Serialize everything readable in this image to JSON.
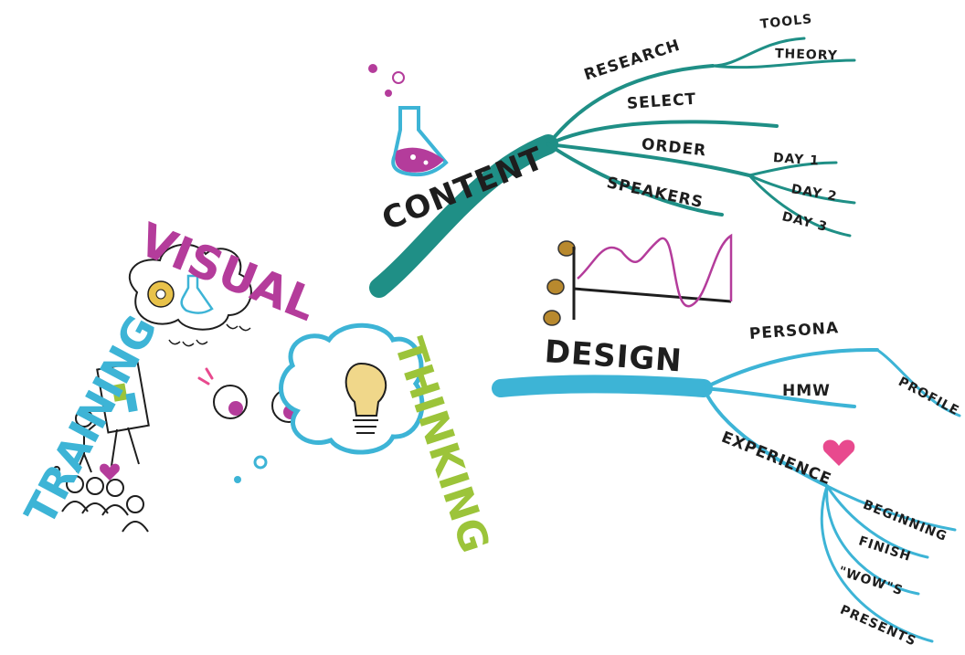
{
  "title_words": {
    "training": "TRAINING",
    "visual": "VISUAL",
    "thinking": "THINKING"
  },
  "content": {
    "label": "CONTENT",
    "branches": {
      "research": "RESEARCH",
      "tools": "TOOLS",
      "theory": "THEORY",
      "select": "SELECT",
      "order": "ORDER",
      "day1": "DAY 1",
      "day2": "DAY 2",
      "day3": "DAY 3",
      "speakers": "SPEAKERS"
    }
  },
  "design": {
    "label": "DESIGN",
    "branches": {
      "persona": "PERSONA",
      "profile": "PROFILE",
      "hmw": "HMW",
      "experience": "EXPERIENCE",
      "beginning": "BEGINNING",
      "finish": "FINISH",
      "wows": "\"WOW\"S",
      "presents": "PRESENTS"
    }
  },
  "colors": {
    "teal": "#1f8f86",
    "cyan": "#3db4d6",
    "magenta": "#b43c9b",
    "lime": "#9cc43a",
    "ink": "#1e1e1e",
    "pink": "#e84a8e",
    "gold": "#b8892e"
  },
  "icons": [
    "flask-icon",
    "brain-icon",
    "gear-icon",
    "lightbulb-icon",
    "eyes-icon",
    "heart-icon",
    "coins-icon",
    "line-graph-icon",
    "presenter-icon",
    "audience-icon"
  ]
}
